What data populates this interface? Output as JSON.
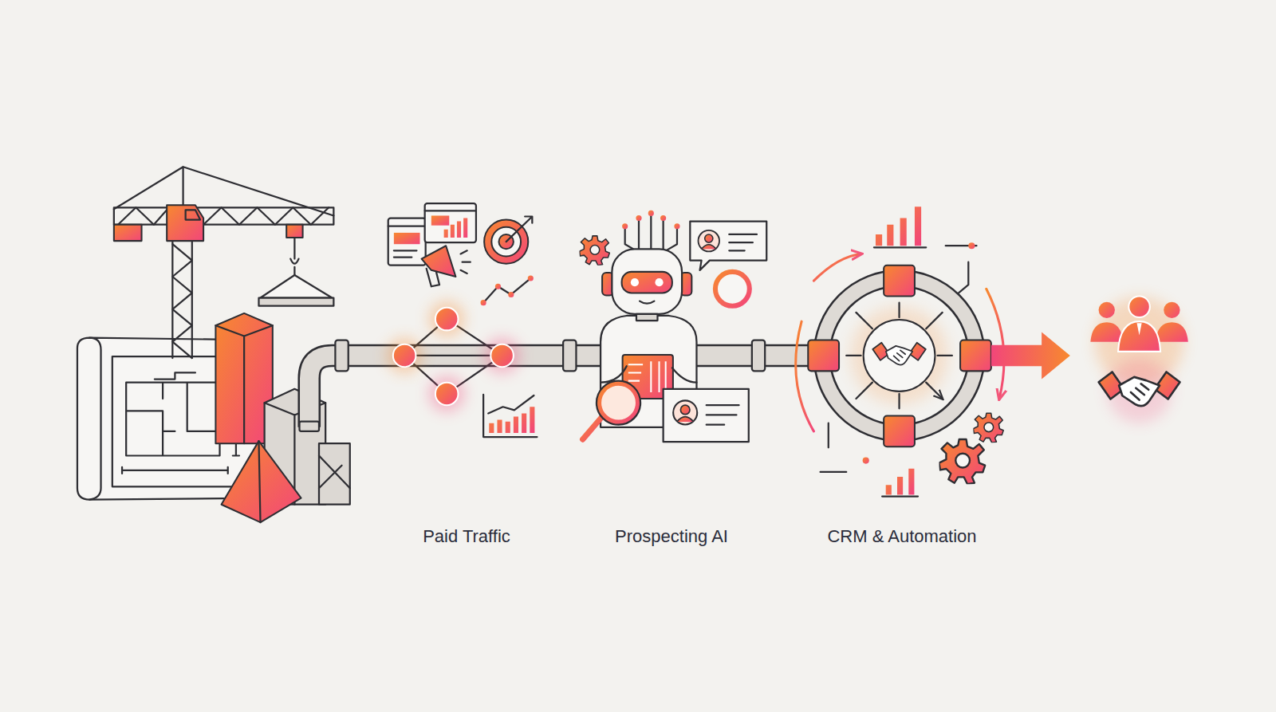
{
  "diagram": {
    "labels": [
      "Paid Traffic",
      "Prospecting AI",
      "CRM & Automation"
    ]
  }
}
